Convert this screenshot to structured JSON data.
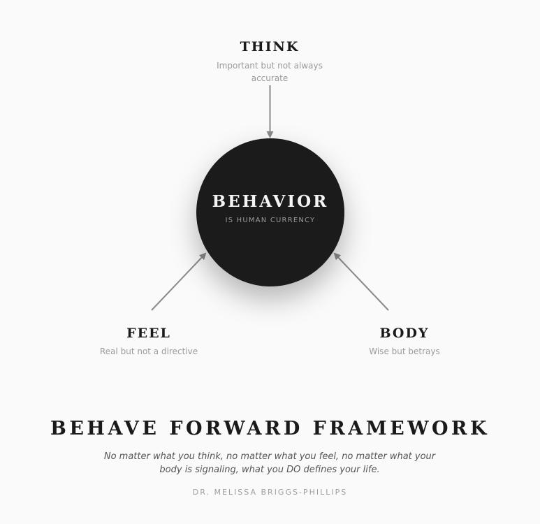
{
  "nodes": {
    "think": {
      "title": "THINK",
      "subtitle": "Important but not always accurate"
    },
    "feel": {
      "title": "FEEL",
      "subtitle": "Real but not a directive"
    },
    "body": {
      "title": "BODY",
      "subtitle": "Wise but betrays"
    }
  },
  "center": {
    "title": "BEHAVIOR",
    "subtitle": "IS HUMAN CURRENCY"
  },
  "framework": {
    "title": "BEHAVE FORWARD FRAMEWORK",
    "quote": "No matter what you think, no matter what you feel, no matter what your body is signaling, what you DO defines your life.",
    "author": "DR. MELISSA BRIGGS-PHILLIPS"
  },
  "colors": {
    "background": "#fafafa",
    "circle": "#1b1b1b",
    "arrow": "#8a8a8a",
    "text_dark": "#1a1a1a",
    "text_muted": "#9a9a9a"
  }
}
